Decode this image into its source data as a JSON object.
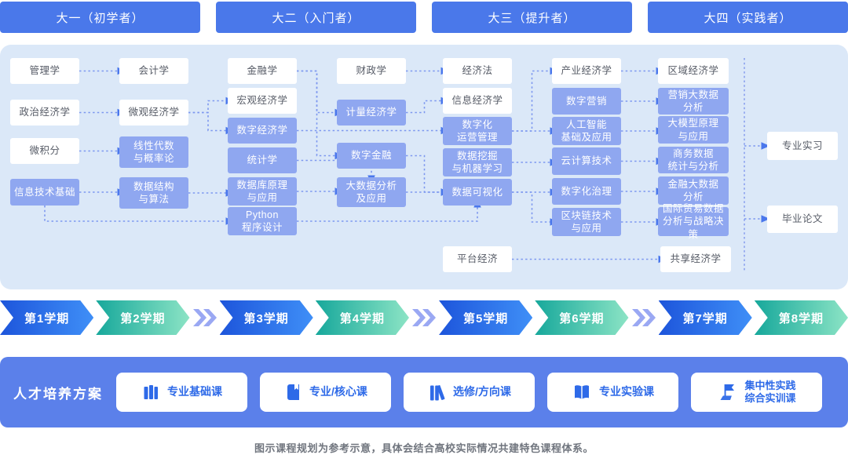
{
  "stages": [
    {
      "label": "大一（初学者）"
    },
    {
      "label": "大二（入门者）"
    },
    {
      "label": "大三（提升者）"
    },
    {
      "label": "大四（实践者）"
    }
  ],
  "courses": [
    {
      "id": "mgmt",
      "label": "管理学",
      "type": "base"
    },
    {
      "id": "acct",
      "label": "会计学",
      "type": "base"
    },
    {
      "id": "polit-econ",
      "label": "政治经济学",
      "type": "base"
    },
    {
      "id": "micro-econ",
      "label": "微观经济学",
      "type": "base"
    },
    {
      "id": "calculus",
      "label": "微积分",
      "type": "base"
    },
    {
      "id": "linear-algebra",
      "label": "线性代数\n与概率论",
      "type": "core"
    },
    {
      "id": "info-tech",
      "label": "信息技术基础",
      "type": "core"
    },
    {
      "id": "data-struct",
      "label": "数据结构\n与算法",
      "type": "core"
    },
    {
      "id": "finance",
      "label": "金融学",
      "type": "base"
    },
    {
      "id": "macro-econ",
      "label": "宏观经济学",
      "type": "base"
    },
    {
      "id": "digital-econ",
      "label": "数字经济学",
      "type": "core"
    },
    {
      "id": "statistics",
      "label": "统计学",
      "type": "core"
    },
    {
      "id": "database",
      "label": "数据库原理\n与应用",
      "type": "core"
    },
    {
      "id": "python",
      "label": "Python\n程序设计",
      "type": "core"
    },
    {
      "id": "public-finance",
      "label": "财政学",
      "type": "base"
    },
    {
      "id": "econometrics",
      "label": "计量经济学",
      "type": "core"
    },
    {
      "id": "digital-finance",
      "label": "数字金融",
      "type": "core"
    },
    {
      "id": "bigdata-analysis",
      "label": "大数据分析\n及应用",
      "type": "core"
    },
    {
      "id": "econ-law",
      "label": "经济法",
      "type": "base"
    },
    {
      "id": "info-econ",
      "label": "信息经济学",
      "type": "base"
    },
    {
      "id": "digital-ops",
      "label": "数字化\n运营管理",
      "type": "core"
    },
    {
      "id": "data-mining",
      "label": "数据挖掘\n与机器学习",
      "type": "core"
    },
    {
      "id": "data-viz",
      "label": "数据可视化",
      "type": "core"
    },
    {
      "id": "platform-econ",
      "label": "平台经济",
      "type": "base"
    },
    {
      "id": "industrial-econ",
      "label": "产业经济学",
      "type": "base"
    },
    {
      "id": "digital-marketing",
      "label": "数字营销",
      "type": "core"
    },
    {
      "id": "ai-basics",
      "label": "人工智能\n基础及应用",
      "type": "core"
    },
    {
      "id": "cloud-computing",
      "label": "云计算技术",
      "type": "core"
    },
    {
      "id": "digital-governance",
      "label": "数字化治理",
      "type": "core"
    },
    {
      "id": "blockchain",
      "label": "区块链技术\n与应用",
      "type": "core"
    },
    {
      "id": "regional-econ",
      "label": "区域经济学",
      "type": "base"
    },
    {
      "id": "marketing-bigdata",
      "label": "营销大数据\n分析",
      "type": "core"
    },
    {
      "id": "llm",
      "label": "大模型原理\n与应用",
      "type": "core"
    },
    {
      "id": "business-data",
      "label": "商务数据\n统计与分析",
      "type": "core"
    },
    {
      "id": "finance-bigdata",
      "label": "金融大数据\n分析",
      "type": "core"
    },
    {
      "id": "intl-trade",
      "label": "国际贸易数据\n分析与战略决策",
      "type": "core"
    },
    {
      "id": "sharing-econ",
      "label": "共享经济学",
      "type": "base"
    },
    {
      "id": "internship",
      "label": "专业实习",
      "type": "base"
    },
    {
      "id": "thesis",
      "label": "毕业论文",
      "type": "base"
    }
  ],
  "edges": [
    {
      "from": "mgmt",
      "to": "acct"
    },
    {
      "from": "polit-econ",
      "to": "micro-econ"
    },
    {
      "from": "calculus",
      "to": "linear-algebra"
    },
    {
      "from": "info-tech",
      "to": "data-struct"
    },
    {
      "from": "micro-econ",
      "to": "macro-econ"
    },
    {
      "from": "micro-econ",
      "to": "digital-econ"
    },
    {
      "from": "data-struct",
      "to": "database"
    },
    {
      "from": "info-tech",
      "to": "python",
      "exit": "bottom"
    },
    {
      "from": "finance",
      "to": "econometrics"
    },
    {
      "from": "finance",
      "to": "digital-finance"
    },
    {
      "from": "statistics",
      "to": "bigdata-analysis",
      "enter": "top"
    },
    {
      "from": "database",
      "to": "bigdata-analysis"
    },
    {
      "from": "public-finance",
      "to": "econ-law"
    },
    {
      "from": "econometrics",
      "to": "info-econ"
    },
    {
      "from": "digital-econ",
      "to": "digital-ops"
    },
    {
      "from": "digital-finance",
      "to": "data-viz"
    },
    {
      "from": "bigdata-analysis",
      "to": "data-viz"
    },
    {
      "from": "python",
      "to": "data-viz",
      "enter": "bottom"
    },
    {
      "from": "data-mining",
      "to": "cloud-computing"
    },
    {
      "from": "digital-ops",
      "to": "industrial-econ"
    },
    {
      "from": "digital-ops",
      "to": "ai-basics"
    },
    {
      "from": "data-viz",
      "to": "digital-governance"
    },
    {
      "from": "data-viz",
      "to": "blockchain"
    },
    {
      "from": "industrial-econ",
      "to": "regional-econ"
    },
    {
      "from": "digital-marketing",
      "to": "marketing-bigdata"
    },
    {
      "from": "ai-basics",
      "to": "llm"
    },
    {
      "from": "cloud-computing",
      "to": "business-data"
    },
    {
      "from": "digital-governance",
      "to": "finance-bigdata"
    },
    {
      "from": "blockchain",
      "to": "intl-trade"
    },
    {
      "from": "platform-econ",
      "to": "sharing-econ"
    }
  ],
  "semesters": {
    "items": [
      "第1学期",
      "第2学期",
      "第3学期",
      "第4学期",
      "第5学期",
      "第6学期",
      "第7学期",
      "第8学期"
    ],
    "break_after": [
      1,
      3,
      5
    ]
  },
  "legend": {
    "title": "人才培养方案",
    "items": [
      {
        "icon": "books-stack-icon",
        "label": "专业基础课"
      },
      {
        "icon": "book-icon",
        "label": "专业/核心课"
      },
      {
        "icon": "bookshelf-icon",
        "label": "选修/方向课"
      },
      {
        "icon": "open-book-icon",
        "label": "专业实验课"
      },
      {
        "icon": "flag-icon",
        "label": "集中性实践\n综合实训课"
      }
    ]
  },
  "footer": {
    "note": "图示课程规划为参考示意，具体会结合高校实际情况共建特色课程体系。"
  },
  "colors": {
    "header_blue": "#4a78ea",
    "panel_bg": "#dbe8f8",
    "core_course_blue": "#8fa7f0",
    "legend_band": "#5b80ea",
    "accent_blue": "#2e6ae8",
    "arrow_blue": "#4a77ec",
    "semester_blue_start": "#1d55db",
    "semester_blue_end": "#3f8ff7",
    "semester_teal_start": "#17a89b",
    "semester_teal_end": "#8ce4c5"
  }
}
